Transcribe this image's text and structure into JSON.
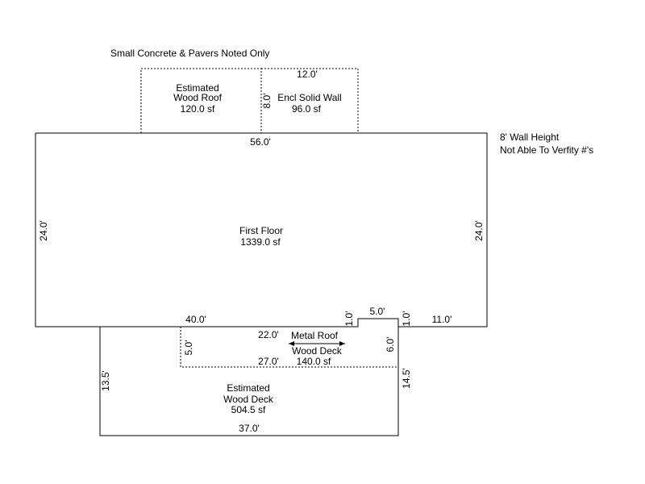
{
  "notes": {
    "top": "Small Concrete & Pavers Noted Only",
    "right_line1": "8' Wall Height",
    "right_line2": "Not Able To Verfity #'s"
  },
  "areas": {
    "wood_roof": {
      "line1": "Estimated",
      "line2": "Wood Roof",
      "area": "120.0 sf"
    },
    "encl_wall": {
      "line1": "Encl Solid Wall",
      "area": "96.0 sf"
    },
    "first_floor": {
      "line1": "First Floor",
      "area": "1339.0 sf"
    },
    "metal_roof": {
      "line1": "Metal Roof",
      "line2": "Wood Deck",
      "area": "140.0 sf"
    },
    "wood_deck": {
      "line1": "Estimated",
      "line2": "Wood Deck",
      "area": "504.5 sf"
    }
  },
  "dimensions": {
    "top_12": "12.0'",
    "side_8": "8.0'",
    "top_56": "56.0'",
    "left_24": "24.0'",
    "right_24": "24.0'",
    "bottom_40": "40.0'",
    "step_1a": "1.0'",
    "step_5": "5.0'",
    "step_1b": "1.0'",
    "bottom_11": "11.0'",
    "deck_22": "22.0'",
    "deck_5": "5.0'",
    "deck_6": "6.0'",
    "deck_27": "27.0'",
    "deck_13_5": "13.5'",
    "deck_14_5": "14.5'",
    "deck_37": "37.0'"
  }
}
